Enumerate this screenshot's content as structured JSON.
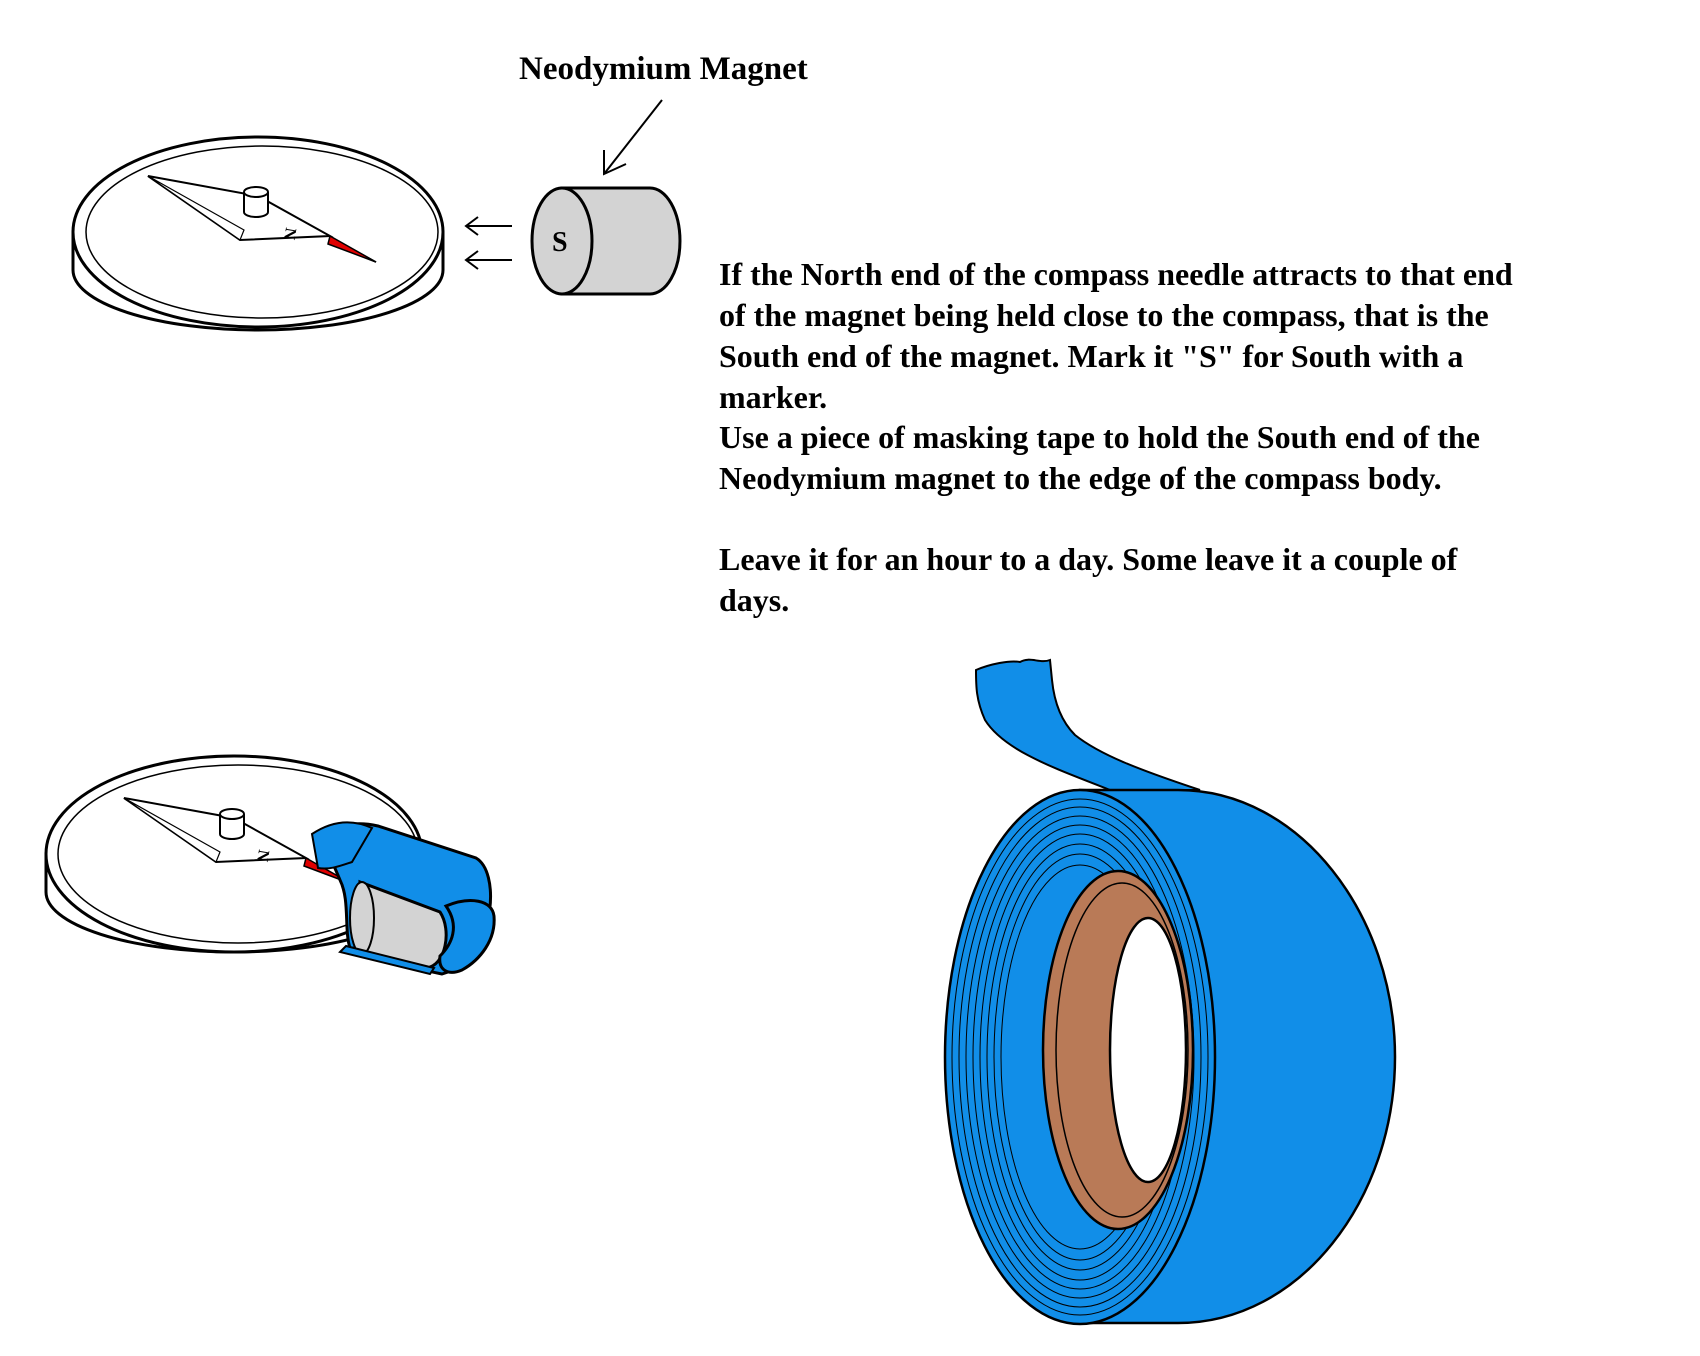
{
  "magnet_label": "Neodymium Magnet",
  "magnet_pole_letter": "S",
  "needle_letter": "N",
  "instructions": {
    "lines": [
      "If the North end of the compass needle attracts to that end",
      "of the magnet being held close to the compass,  that is the",
      "South end of the magnet. Mark it \"S\" for South with a",
      "marker.",
      "Use a piece of masking tape to hold the South end of the",
      "Neodymium magnet to the edge of the compass body.",
      "",
      "Leave it for an hour to a day. Some leave it a couple of",
      "days."
    ]
  },
  "colors": {
    "outline": "#000000",
    "needle_north_tip": "#e00000",
    "magnet_body": "#d3d3d3",
    "tape_blue": "#118ee8",
    "tape_core": "#b97a57",
    "background": "#ffffff"
  }
}
